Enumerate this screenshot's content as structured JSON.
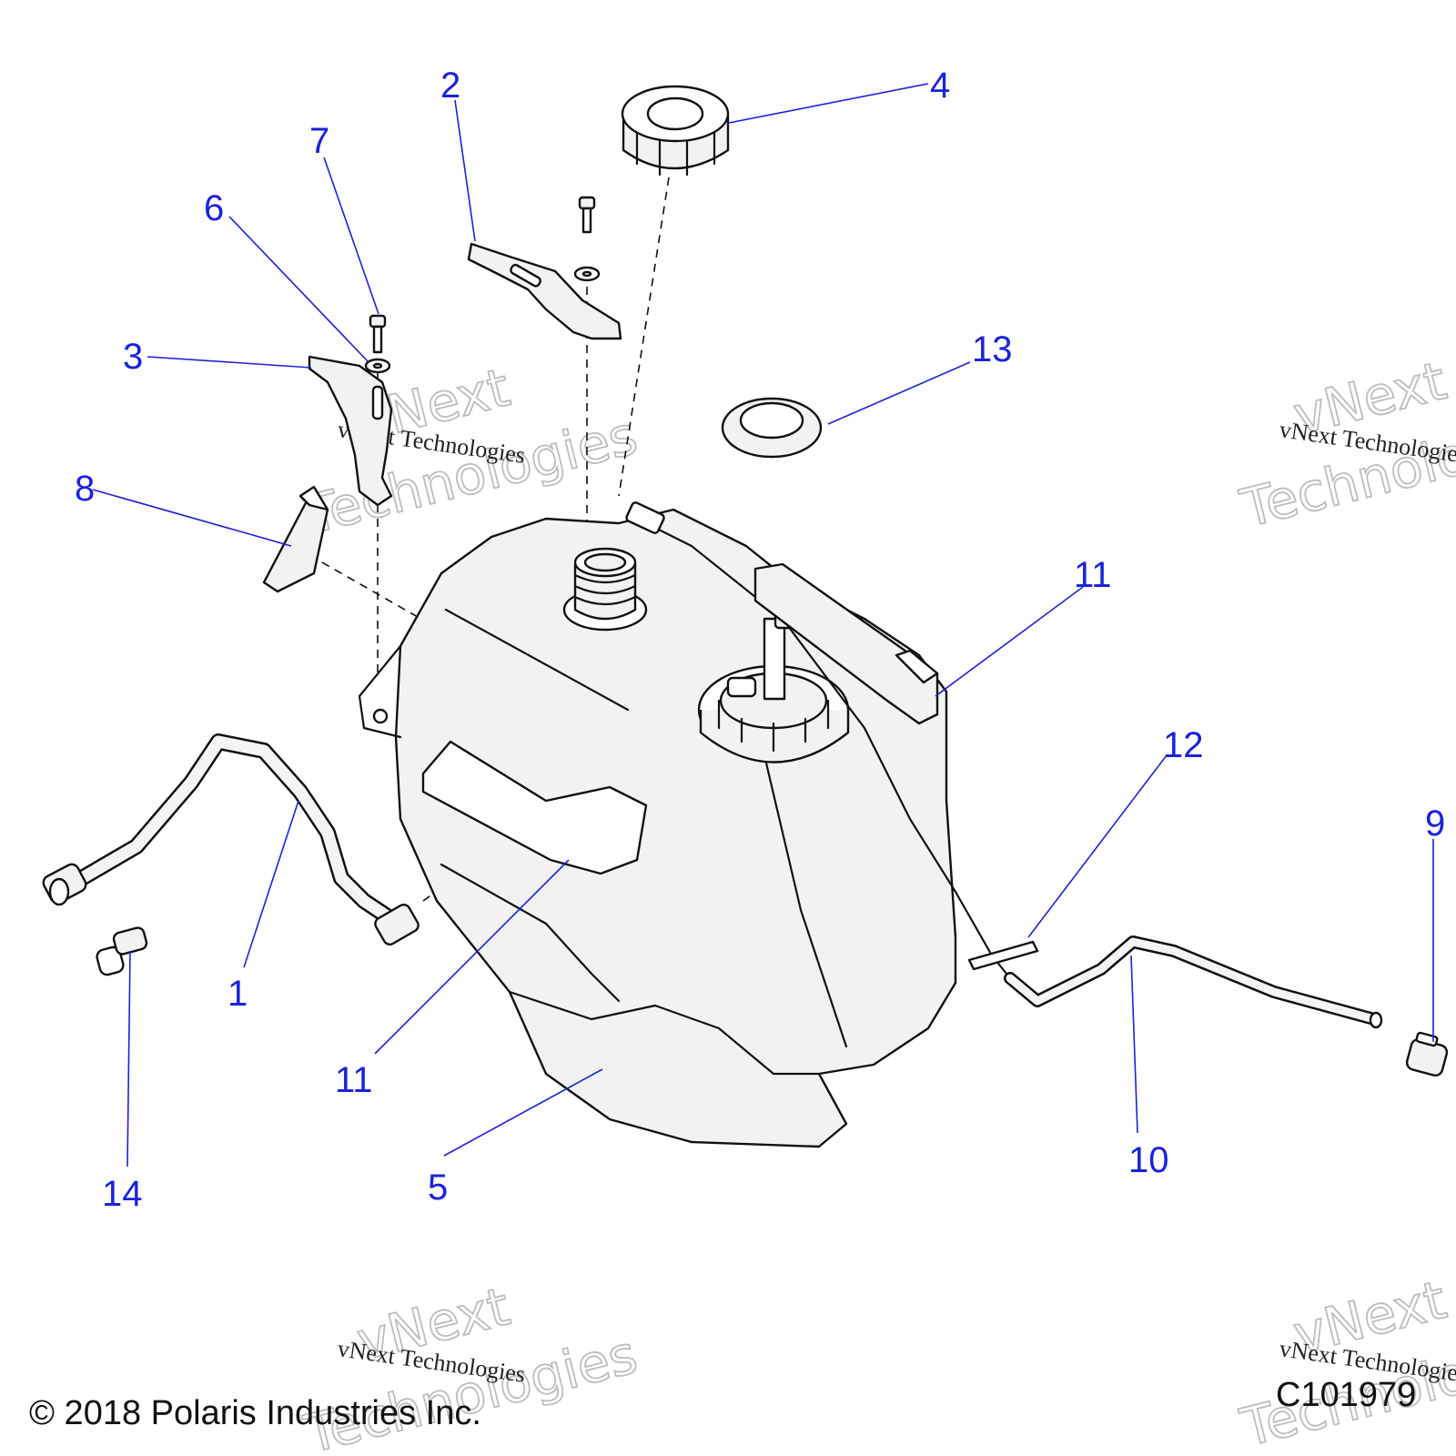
{
  "callouts": [
    "1",
    "2",
    "3",
    "4",
    "5",
    "6",
    "7",
    "8",
    "9",
    "10",
    "11",
    "11",
    "12",
    "13",
    "14"
  ],
  "watermark": {
    "line1": "vNext Technologies",
    "big_line1": "vNext",
    "big_line2": "Technologies"
  },
  "footer": {
    "copyright": "© 2018 Polaris Industries Inc.",
    "figure_code": "C101979"
  },
  "colors": {
    "callout": "#1a22e0",
    "linework": "#111111"
  }
}
